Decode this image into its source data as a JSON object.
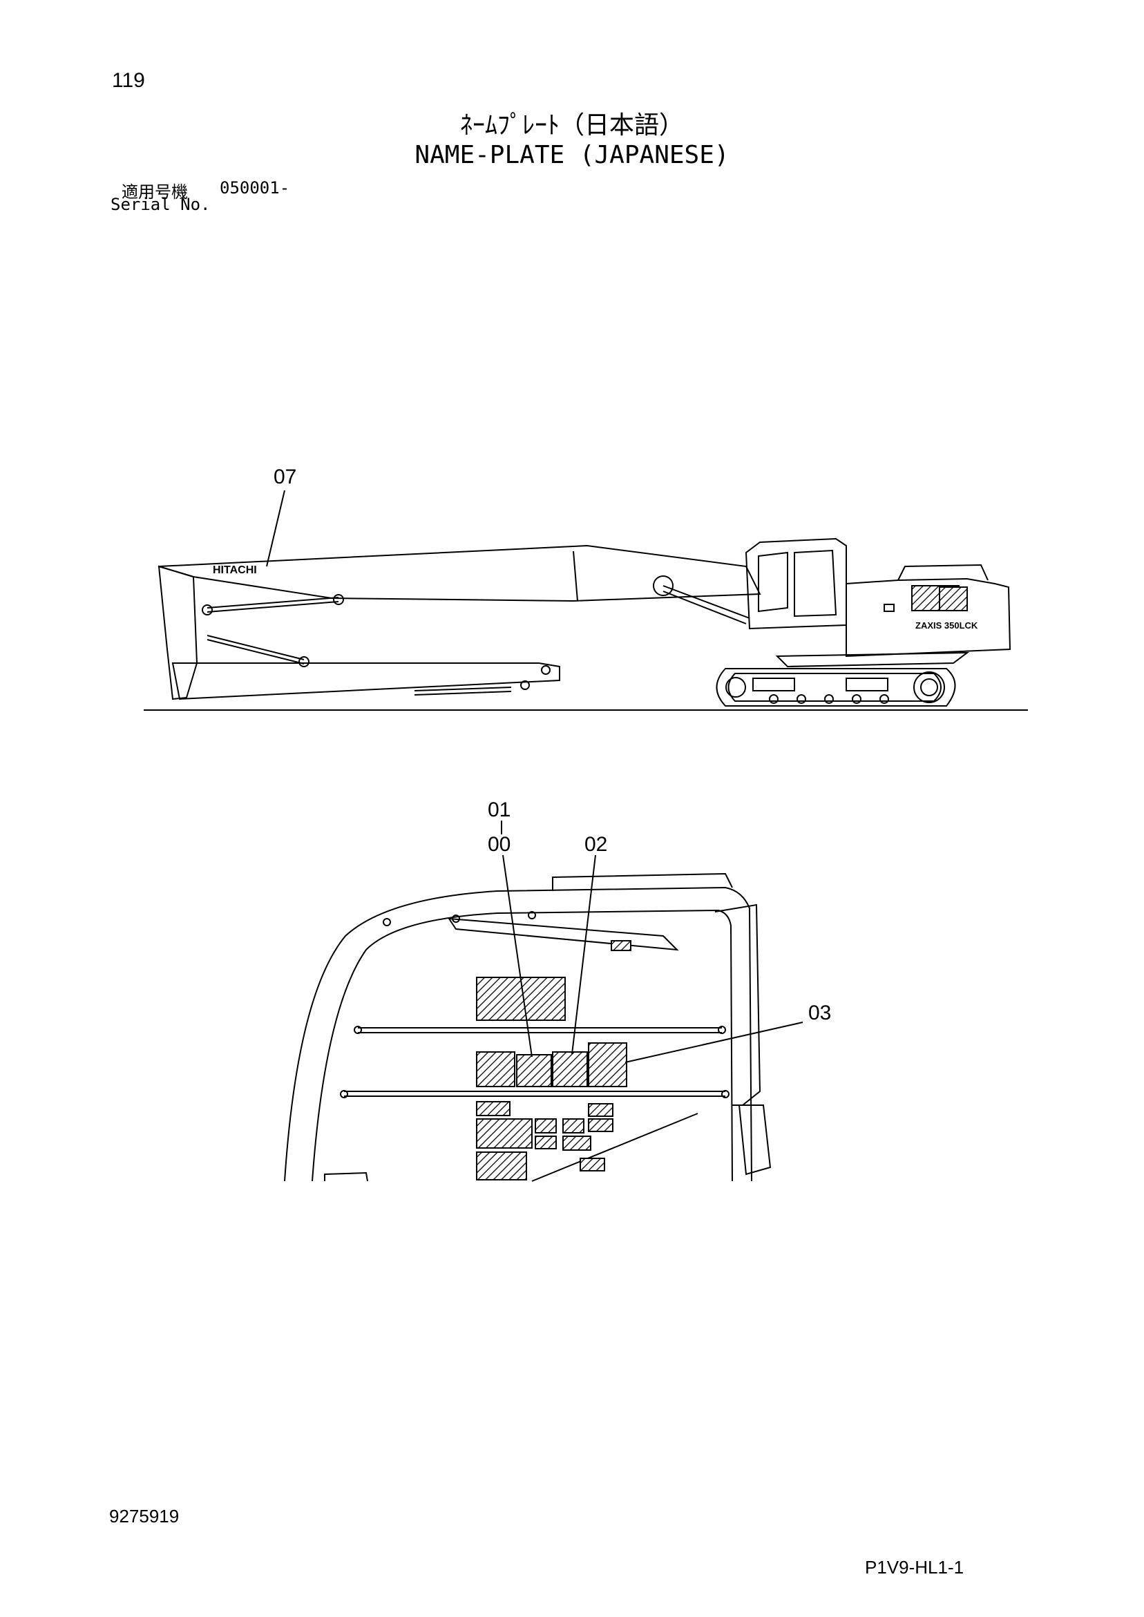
{
  "header": {
    "page_number": "119",
    "title_jp": "ﾈｰﾑﾌﾟﾚｰﾄ（日本語）",
    "title_en": "NAME-PLATE (JAPANESE)"
  },
  "serial": {
    "label_jp": "適用号機",
    "value": "050001-",
    "label_en": "Serial No."
  },
  "drawing_top": {
    "callouts": [
      "07"
    ],
    "brand_text": "HITACHI",
    "model_text": "ZAXIS 350LCK"
  },
  "drawing_bottom": {
    "callouts": [
      "01",
      "00",
      "02",
      "03"
    ]
  },
  "footer": {
    "doc_number": "9275919",
    "page_code": "P1V9-HL1-1"
  }
}
